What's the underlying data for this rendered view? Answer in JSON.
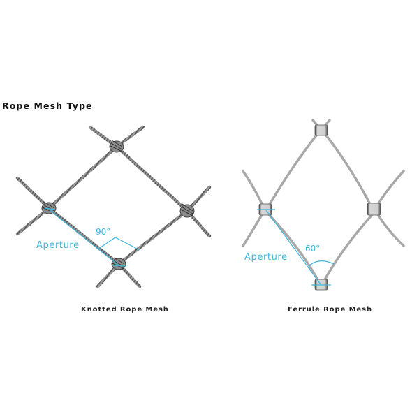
{
  "header": {
    "title": "Rope Mesh Type"
  },
  "panels": [
    {
      "name": "knotted",
      "caption": "Knotted Rope Mesh",
      "aperture_label": "Aperture",
      "angle_label": "90°",
      "joint_type": "knot"
    },
    {
      "name": "ferrule",
      "caption": "Ferrule Rope Mesh",
      "aperture_label": "Aperture",
      "angle_label": "60°",
      "joint_type": "ferrule"
    }
  ],
  "colors": {
    "annotation": "#3fb6dc",
    "rope": "#8c8c8c",
    "rope_dark": "#555555",
    "background": "#ffffff"
  }
}
